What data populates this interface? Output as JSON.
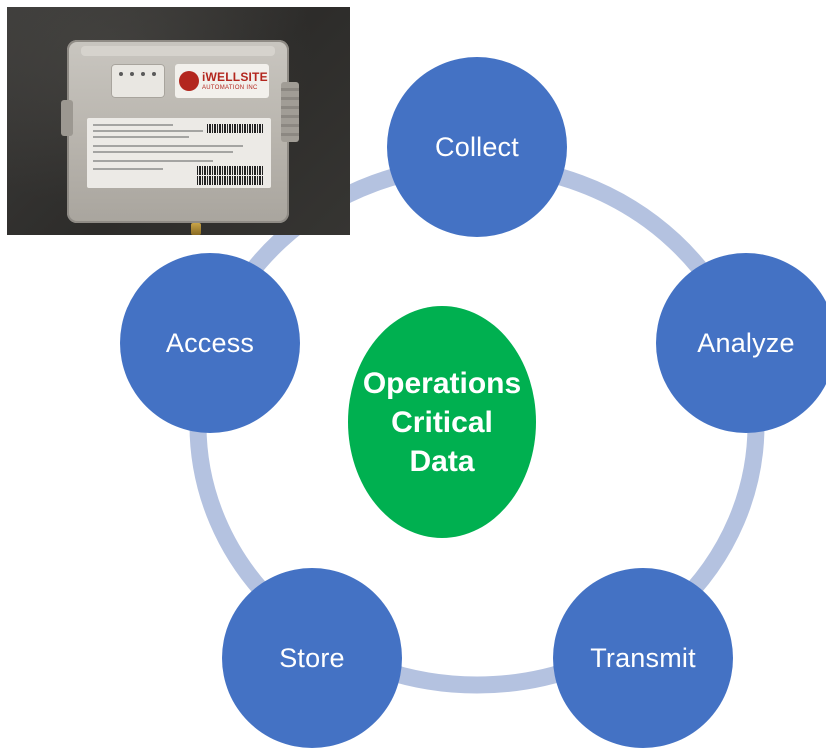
{
  "center": {
    "lines": [
      "Operations",
      "Critical",
      "Data"
    ]
  },
  "cycle": [
    {
      "label": "Collect"
    },
    {
      "label": "Analyze"
    },
    {
      "label": "Transmit"
    },
    {
      "label": "Store"
    },
    {
      "label": "Access"
    }
  ],
  "photo": {
    "logo_text": "iWELLSITE",
    "logo_subtext": "AUTOMATION INC"
  },
  "colors": {
    "node_fill": "#4472c4",
    "center_fill": "#00b050",
    "ring": "#b4c2e0",
    "text": "#ffffff"
  }
}
